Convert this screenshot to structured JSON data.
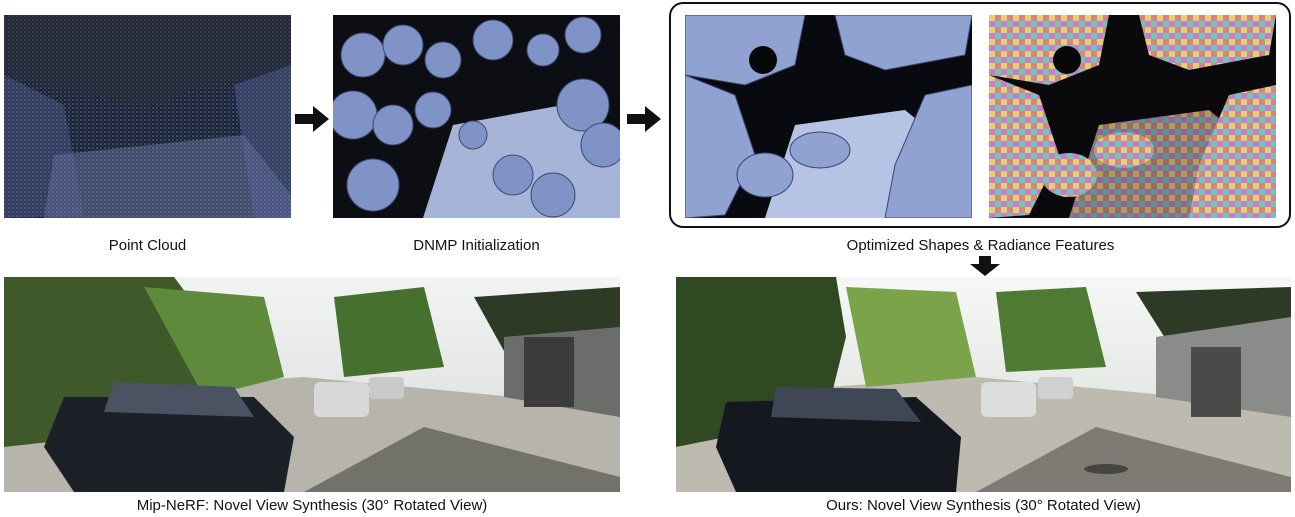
{
  "figure": {
    "captions": {
      "point_cloud": "Point Cloud",
      "dnmp_init": "DNMP Initialization",
      "optimized": "Optimized Shapes & Radiance Features",
      "mipnerf": "Mip-NeRF: Novel View Synthesis (30° Rotated View)",
      "ours": "Ours: Novel View Synthesis (30° Rotated View)"
    }
  }
}
